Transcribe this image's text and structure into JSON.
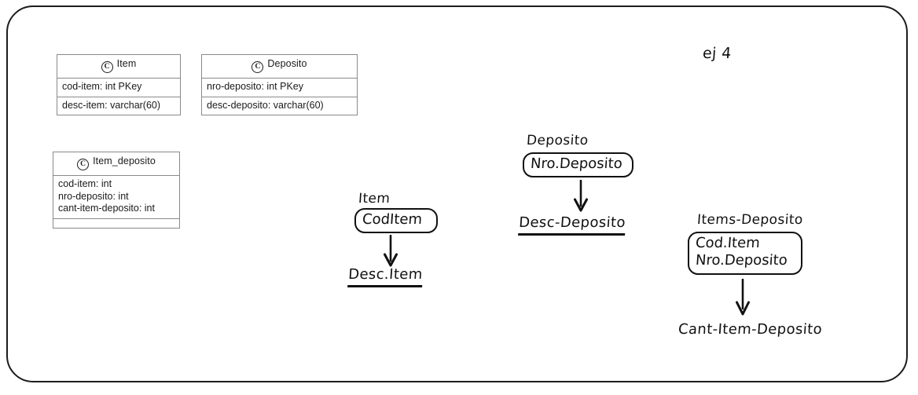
{
  "diagram": {
    "note": "ej 4",
    "uml_classes": [
      {
        "name": "Item",
        "stereotype_icon": "class-circle-icon",
        "icon_glyph": "C",
        "compartments": [
          [
            "cod-item: int PKey"
          ],
          [
            "desc-item: varchar(60)"
          ]
        ]
      },
      {
        "name": "Deposito",
        "stereotype_icon": "class-circle-icon",
        "icon_glyph": "C",
        "compartments": [
          [
            "nro-deposito: int PKey"
          ],
          [
            "desc-deposito: varchar(60)"
          ]
        ]
      },
      {
        "name": "Item_deposito",
        "stereotype_icon": "class-circle-icon",
        "icon_glyph": "C",
        "compartments": [
          [
            "cod-item: int",
            "nro-deposito: int",
            "cant-item-deposito: int"
          ],
          []
        ]
      }
    ],
    "functional_dependencies": [
      {
        "title": "Item",
        "determinant": [
          "CodItem"
        ],
        "dependent": "Desc.Item",
        "dependent_underlined": true,
        "arrow_icon": "arrow-down-icon"
      },
      {
        "title": "Deposito",
        "determinant": [
          "Nro.Deposito"
        ],
        "dependent": "Desc-Deposito",
        "dependent_underlined": true,
        "arrow_icon": "arrow-down-icon"
      },
      {
        "title": "Items-Deposito",
        "determinant": [
          "Cod.Item",
          "Nro.Deposito"
        ],
        "dependent": "Cant-Item-Deposito",
        "dependent_underlined": false,
        "arrow_icon": "arrow-down-icon"
      }
    ]
  },
  "colors": {
    "frame": "#1c1c1c",
    "uml_border": "#8a8a8a",
    "ink": "#111111",
    "background": "#ffffff"
  }
}
